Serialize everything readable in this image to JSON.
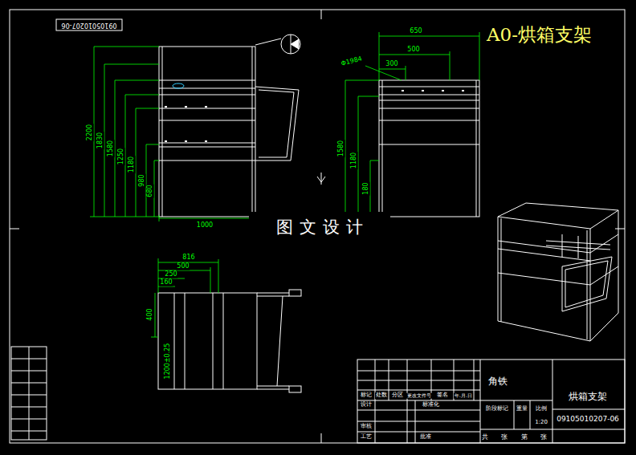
{
  "diagram": {
    "title": "A0-烘箱支架",
    "labels": [
      "09105010207-06",
      "2200",
      "1830",
      "1580",
      "1250",
      "1180",
      "980",
      "680",
      "1000",
      "650",
      "500",
      "300",
      "Φ1984",
      "1580",
      "1180",
      "180",
      "816",
      "500",
      "250",
      "160",
      "400",
      "1200±0.25",
      "角铁",
      "烘箱支架",
      "09105010207-06",
      "1:20",
      "标记",
      "处数",
      "分区",
      "更改文件号",
      "签名",
      "年.月.日",
      "设计",
      "标准化",
      "阶段标记",
      "重量",
      "比例",
      "审核",
      "工艺",
      "批准",
      "共",
      "张",
      "第",
      "张",
      "图文设计"
    ]
  }
}
